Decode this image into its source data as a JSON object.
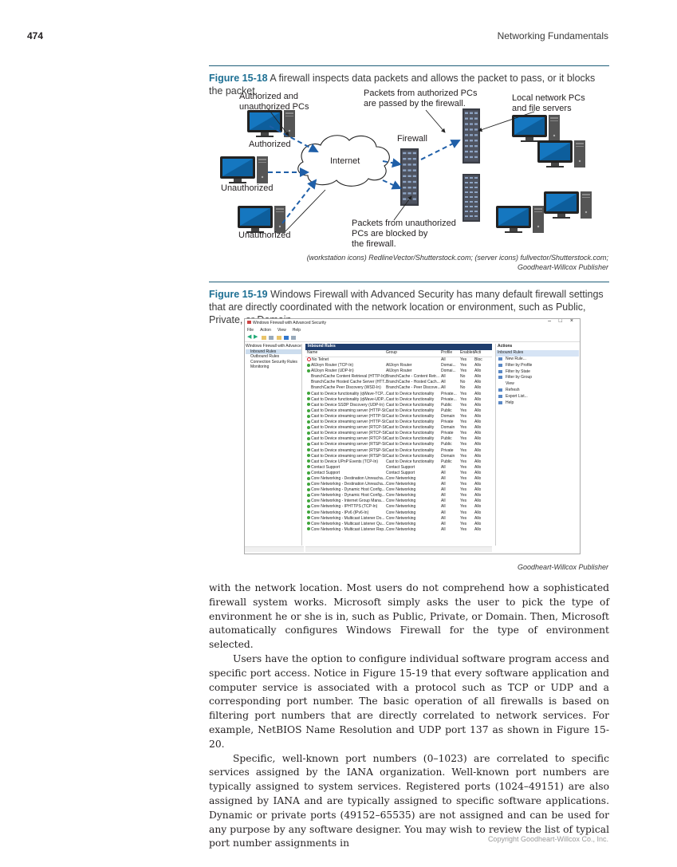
{
  "header": {
    "page_number": "474",
    "running_head": "Networking Fundamentals"
  },
  "fig18": {
    "label": "Figure 15-18",
    "caption": " A firewall inspects data packets and allows the packet to pass, or it blocks the packet.",
    "labels": {
      "auth_unauth": [
        "Authorized and",
        "unauthorized PCs"
      ],
      "passed": [
        "Packets from authorized PCs",
        "are passed by the firewall."
      ],
      "local": [
        "Local network PCs",
        "and file servers"
      ],
      "authorized": "Authorized",
      "firewall": "Firewall",
      "internet": "Internet",
      "unauthorized1": "Unauthorized",
      "unauthorized2": "Unauthorized",
      "blocked": [
        "Packets from unauthorized",
        "PCs are blocked by",
        "the firewall."
      ]
    },
    "credit1": "(workstation icons) RedlineVector/Shutterstock.com; (server icons) fullvector/Shutterstock.com;",
    "credit2": "Goodheart-Willcox Publisher",
    "colors": {
      "accent": "#1d6f93",
      "arrow": "#1f5fa8",
      "monitor": "#0f6fb0"
    }
  },
  "fig19": {
    "label": "Figure 15-19",
    "caption": " Windows Firewall with Advanced Security has many default firewall settings that are directly coordinated with the network location or environment, such as Public, Private, or Domain.",
    "credit": "Goodheart-Willcox Publisher",
    "window": {
      "title": "Windows Firewall with Advanced Security",
      "menu": [
        "File",
        "Action",
        "View",
        "Help"
      ],
      "tree": [
        "Windows Firewall with Advance",
        "Inbound Rules",
        "Outbound Rules",
        "Connection Security Rules",
        "Monitoring"
      ],
      "panel_title": "Inbound Rules",
      "columns": [
        "Name",
        "Group",
        "Profile",
        "Enabled",
        "Acti"
      ],
      "rows": [
        [
          "No Telnet",
          "",
          "All",
          "Yes",
          "Bloc",
          "blk"
        ],
        [
          "AllJoyn Router (TCP-In)",
          "AllJoyn Router",
          "Domai...",
          "Yes",
          "Allo",
          "ok"
        ],
        [
          "AllJoyn Router (UDP-In)",
          "AllJoyn Router",
          "Domai...",
          "Yes",
          "Allo",
          "ok"
        ],
        [
          "BranchCache Content Retrieval (HTTP-In)",
          "BranchCache - Content Retr...",
          "All",
          "No",
          "Allo",
          "no"
        ],
        [
          "BranchCache Hosted Cache Server (HTT...",
          "BranchCache - Hosted Cach...",
          "All",
          "No",
          "Allo",
          "no"
        ],
        [
          "BranchCache Peer Discovery (WSD-In)",
          "BranchCache - Peer Discove...",
          "All",
          "No",
          "Allo",
          "no"
        ],
        [
          "Cast to Device functionality (qWave-TCP...",
          "Cast to Device functionality",
          "Private...",
          "Yes",
          "Allo",
          "ok"
        ],
        [
          "Cast to Device functionality (qWave-UDP...",
          "Cast to Device functionality",
          "Private...",
          "Yes",
          "Allo",
          "ok"
        ],
        [
          "Cast to Device SSDP Discovery (UDP-In)",
          "Cast to Device functionality",
          "Public",
          "Yes",
          "Allo",
          "ok"
        ],
        [
          "Cast to Device streaming server (HTTP-St...",
          "Cast to Device functionality",
          "Public",
          "Yes",
          "Allo",
          "ok"
        ],
        [
          "Cast to Device streaming server (HTTP-St...",
          "Cast to Device functionality",
          "Domain",
          "Yes",
          "Allo",
          "ok"
        ],
        [
          "Cast to Device streaming server (HTTP-St...",
          "Cast to Device functionality",
          "Private",
          "Yes",
          "Allo",
          "ok"
        ],
        [
          "Cast to Device streaming server (RTCP-St...",
          "Cast to Device functionality",
          "Domain",
          "Yes",
          "Allo",
          "ok"
        ],
        [
          "Cast to Device streaming server (RTCP-St...",
          "Cast to Device functionality",
          "Private",
          "Yes",
          "Allo",
          "ok"
        ],
        [
          "Cast to Device streaming server (RTCP-St...",
          "Cast to Device functionality",
          "Public",
          "Yes",
          "Allo",
          "ok"
        ],
        [
          "Cast to Device streaming server (RTSP-Str...",
          "Cast to Device functionality",
          "Public",
          "Yes",
          "Allo",
          "ok"
        ],
        [
          "Cast to Device streaming server (RTSP-Str...",
          "Cast to Device functionality",
          "Private",
          "Yes",
          "Allo",
          "ok"
        ],
        [
          "Cast to Device streaming server (RTSP-Str...",
          "Cast to Device functionality",
          "Domain",
          "Yes",
          "Allo",
          "ok"
        ],
        [
          "Cast to Device UPnP Events (TCP-In)",
          "Cast to Device functionality",
          "Public",
          "Yes",
          "Allo",
          "ok"
        ],
        [
          "Contact Support",
          "Contact Support",
          "All",
          "Yes",
          "Allo",
          "ok"
        ],
        [
          "Contact Support",
          "Contact Support",
          "All",
          "Yes",
          "Allo",
          "ok"
        ],
        [
          "Core Networking - Destination Unreacha...",
          "Core Networking",
          "All",
          "Yes",
          "Allo",
          "ok"
        ],
        [
          "Core Networking - Destination Unreacha...",
          "Core Networking",
          "All",
          "Yes",
          "Allo",
          "ok"
        ],
        [
          "Core Networking - Dynamic Host Config...",
          "Core Networking",
          "All",
          "Yes",
          "Allo",
          "ok"
        ],
        [
          "Core Networking - Dynamic Host Config...",
          "Core Networking",
          "All",
          "Yes",
          "Allo",
          "ok"
        ],
        [
          "Core Networking - Internet Group Mana...",
          "Core Networking",
          "All",
          "Yes",
          "Allo",
          "ok"
        ],
        [
          "Core Networking - IPHTTPS (TCP-In)",
          "Core Networking",
          "All",
          "Yes",
          "Allo",
          "ok"
        ],
        [
          "Core Networking - IPv6 (IPv6-In)",
          "Core Networking",
          "All",
          "Yes",
          "Allo",
          "ok"
        ],
        [
          "Core Networking - Multicast Listener Do...",
          "Core Networking",
          "All",
          "Yes",
          "Allo",
          "ok"
        ],
        [
          "Core Networking - Multicast Listener Qu...",
          "Core Networking",
          "All",
          "Yes",
          "Allo",
          "ok"
        ],
        [
          "Core Networking - Multicast Listener Rep...",
          "Core Networking",
          "All",
          "Yes",
          "Allo",
          "ok"
        ]
      ],
      "actions_title": "Actions",
      "actions_sub": "Inbound Rules",
      "actions": [
        "New Rule...",
        "Filter by Profile",
        "Filter by State",
        "Filter by Group",
        "View",
        "Refresh",
        "Export List...",
        "Help"
      ]
    }
  },
  "body": {
    "p1": "with the network location. Most users do not comprehend how a sophisticated firewall system works. Microsoft simply asks the user to pick the type of environment he or she is in, such as Public, Private, or Domain. Then, Microsoft automatically configures Windows Firewall for the type of environment selected.",
    "p2": "Users have the option to configure individual software program access and specific port access. Notice in Figure 15-19 that every software application and computer service is associated with a protocol such as TCP or UDP and a corresponding port number. The basic operation of all firewalls is based on filtering port numbers that are directly correlated to network services. For example, NetBIOS Name Resolution and UDP port 137 as shown in Figure 15-20.",
    "p3": "Specific, well-known port numbers (0–1023) are correlated to specific services assigned by the IANA organization. Well-known port numbers are typically assigned to system services. Registered ports (1024–49151) are also assigned by IANA and are typically assigned to specific software applications. Dynamic or private ports (49152–65535) are not assigned and can be used for any purpose by any software designer. You may wish to review the list of typical port number assignments in"
  },
  "footer": {
    "copyright": "Copyright Goodheart-Willcox Co., Inc."
  }
}
